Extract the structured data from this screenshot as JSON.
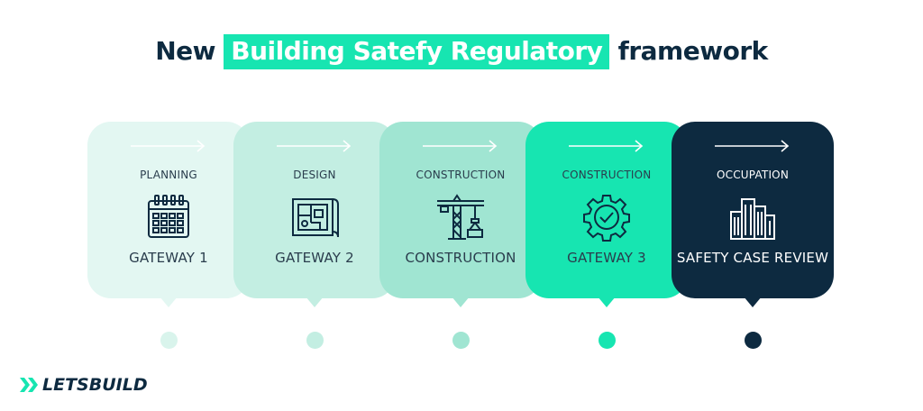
{
  "title": {
    "highlight": "Building Satefy Regulatory",
    "before": "New",
    "after": "framework"
  },
  "stages": [
    {
      "phase": "PLANNING",
      "gateway": "GATEWAY 1",
      "icon": "calendar-icon",
      "color": "#e3f7f2"
    },
    {
      "phase": "DESIGN",
      "gateway": "GATEWAY 2",
      "icon": "blueprint-icon",
      "color": "#c3eee2"
    },
    {
      "phase": "CONSTRUCTION",
      "gateway": "CONSTRUCTION",
      "icon": "crane-icon",
      "color": "#a0e5d2"
    },
    {
      "phase": "CONSTRUCTION",
      "gateway": "GATEWAY 3",
      "icon": "gear-check-icon",
      "color": "#17e5b1"
    },
    {
      "phase": "OCCUPATION",
      "gateway": "SAFETY CASE REVIEW",
      "icon": "buildings-icon",
      "color": "#0d2a40"
    }
  ],
  "logo": {
    "text": "LETSBUILD"
  },
  "colors": {
    "dark_navy": "#0d2a40",
    "accent_green": "#17e5b1",
    "dot_1": "#d9f4ec",
    "dot_2": "#c3eee2",
    "dot_3": "#a0e5d2",
    "dot_4": "#17e5b1",
    "dot_5": "#0d2a40"
  }
}
